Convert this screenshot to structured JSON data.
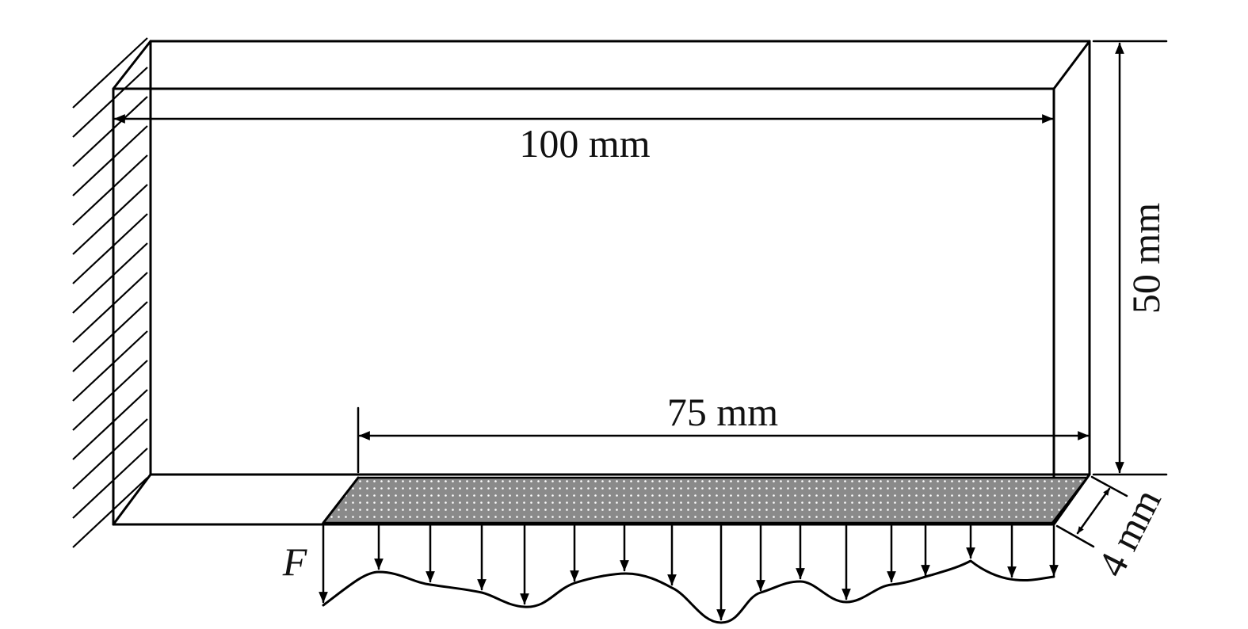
{
  "figure": {
    "labels": {
      "length_total": "100 mm",
      "length_loaded": "75 mm",
      "height": "50 mm",
      "thickness": "4 mm",
      "force": "F"
    },
    "colors": {
      "line": "#000000",
      "loaded_face_fill": "#8a8a8a",
      "loaded_face_dots": "#ffffff"
    },
    "load_arrow_count": 16,
    "support": "fixed-wall-left"
  }
}
